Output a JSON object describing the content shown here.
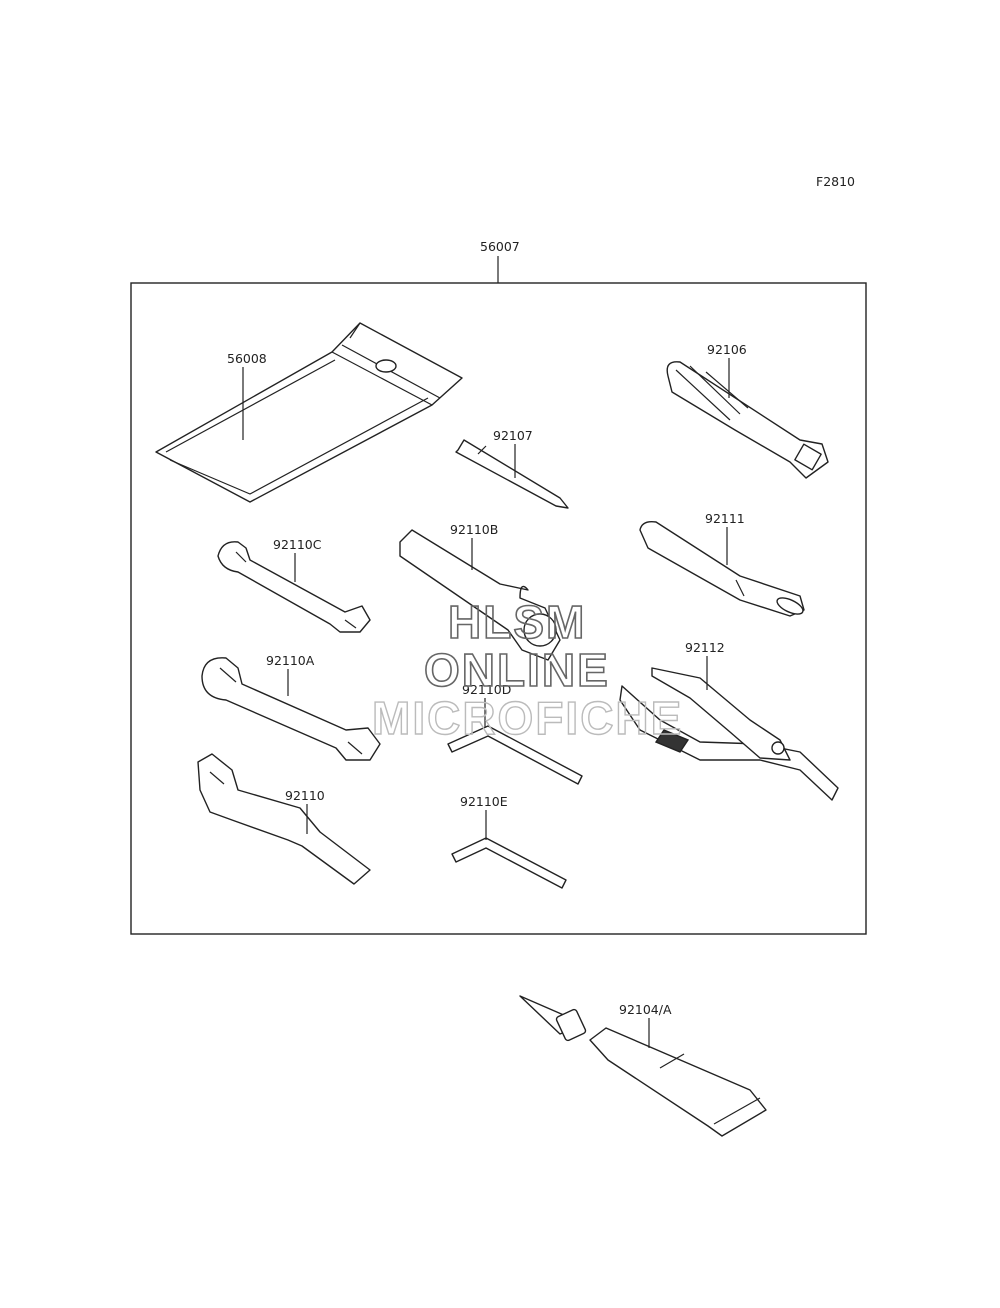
{
  "figure_code": "F2810",
  "watermark": {
    "line1": "HLSM",
    "line2": "ONLINE",
    "line3": "MICROFICHE"
  },
  "parts": {
    "kit": "56007",
    "case": "56008",
    "screwdriver_grip": "92106",
    "screwdriver_bit": "92107",
    "box_wrench": "92110B",
    "wrench_c": "92110C",
    "extension": "92111",
    "wrench_a": "92110A",
    "hex_d": "92110D",
    "pliers": "92112",
    "spanner": "92110",
    "hex_e": "92110E",
    "grease": "92104/A"
  }
}
